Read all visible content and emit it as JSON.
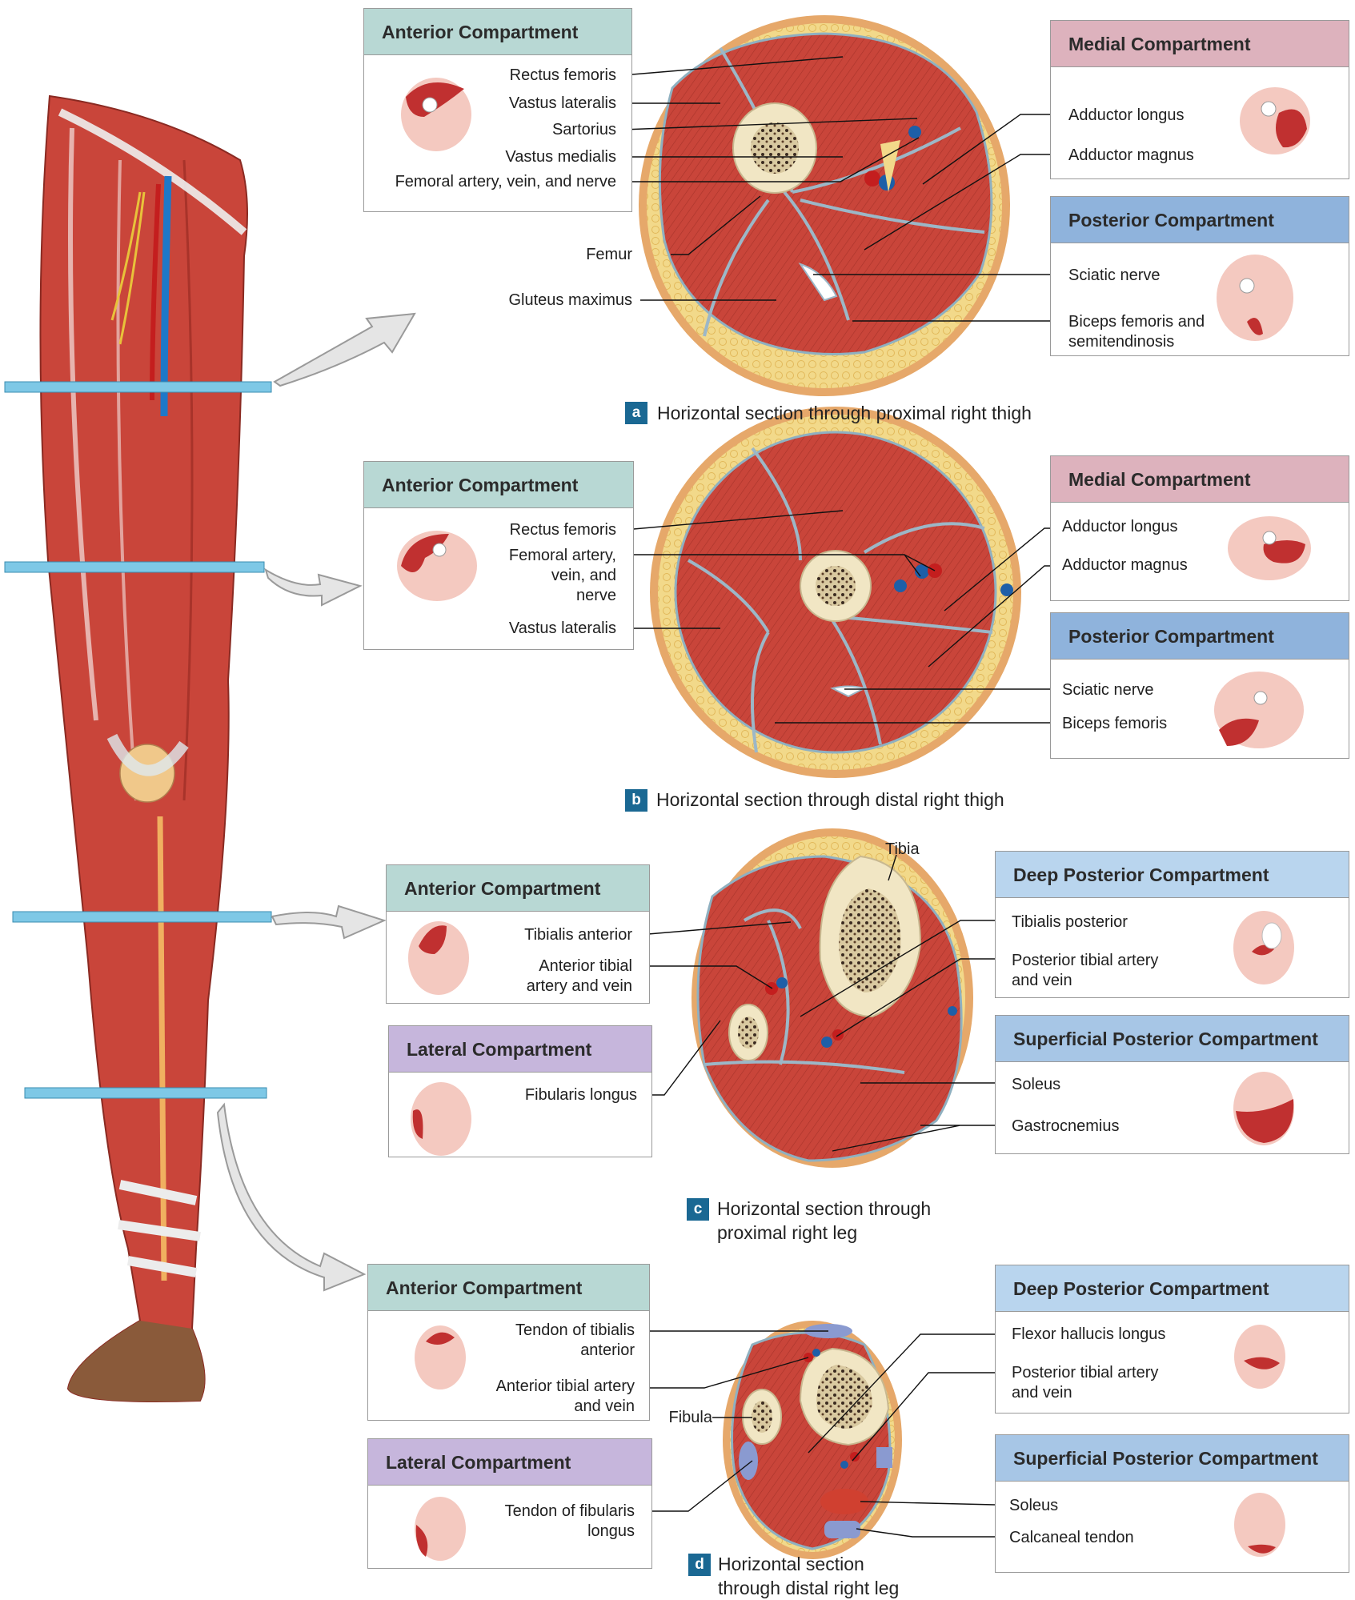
{
  "colors": {
    "muscle": "#c9453a",
    "muscle_light": "#e06a55",
    "fat": "#f2d98a",
    "skin": "#e6a86a",
    "fascia": "#9cb7c7",
    "bone": "#f1e6c4",
    "marrow": "#3a2a20",
    "artery": "#c41e1e",
    "vein": "#1e5fa8",
    "plane_marker": "#7ec8e6"
  },
  "panels": {
    "a": {
      "caption": "Horizontal section through proximal right thigh",
      "badge": "a",
      "anterior": {
        "title": "Anterior Compartment",
        "labels": [
          "Rectus femoris",
          "Vastus lateralis",
          "Sartorius",
          "Vastus medialis",
          "Femoral artery, vein, and nerve"
        ]
      },
      "femur": "Femur",
      "gluteus": "Gluteus maximus",
      "medial": {
        "title": "Medial Compartment",
        "labels": [
          "Adductor longus",
          "Adductor magnus"
        ]
      },
      "posterior": {
        "title": "Posterior Compartment",
        "labels": [
          "Sciatic nerve",
          "Biceps femoris and\nsemitendinosis"
        ]
      }
    },
    "b": {
      "caption": "Horizontal section through distal right thigh",
      "badge": "b",
      "anterior": {
        "title": "Anterior Compartment",
        "labels": [
          "Rectus femoris",
          "Femoral artery,\nvein, and\nnerve",
          "Vastus lateralis"
        ]
      },
      "medial": {
        "title": "Medial Compartment",
        "labels": [
          "Adductor longus",
          "Adductor magnus"
        ]
      },
      "posterior": {
        "title": "Posterior Compartment",
        "labels": [
          "Sciatic nerve",
          "Biceps femoris"
        ]
      }
    },
    "c": {
      "caption": "Horizontal section through\nproximal right leg",
      "badge": "c",
      "tibia": "Tibia",
      "anterior": {
        "title": "Anterior Compartment",
        "labels": [
          "Tibialis anterior",
          "Anterior tibial\nartery and vein"
        ]
      },
      "lateral": {
        "title": "Lateral Compartment",
        "labels": [
          "Fibularis longus"
        ]
      },
      "deep": {
        "title": "Deep Posterior Compartment",
        "labels": [
          "Tibialis posterior",
          "Posterior tibial artery\nand vein"
        ]
      },
      "superficial": {
        "title": "Superficial Posterior Compartment",
        "labels": [
          "Soleus",
          "Gastrocnemius"
        ]
      }
    },
    "d": {
      "caption": "Horizontal section\nthrough distal right leg",
      "badge": "d",
      "fibula": "Fibula",
      "anterior": {
        "title": "Anterior Compartment",
        "labels": [
          "Tendon of tibialis\nanterior",
          "Anterior tibial artery\nand vein"
        ]
      },
      "lateral": {
        "title": "Lateral Compartment",
        "labels": [
          "Tendon of fibularis\nlongus"
        ]
      },
      "deep": {
        "title": "Deep Posterior Compartment",
        "labels": [
          "Flexor hallucis longus",
          "Posterior tibial artery\nand vein"
        ]
      },
      "superficial": {
        "title": "Superficial Posterior Compartment",
        "labels": [
          "Soleus",
          "Calcaneal tendon"
        ]
      }
    }
  }
}
